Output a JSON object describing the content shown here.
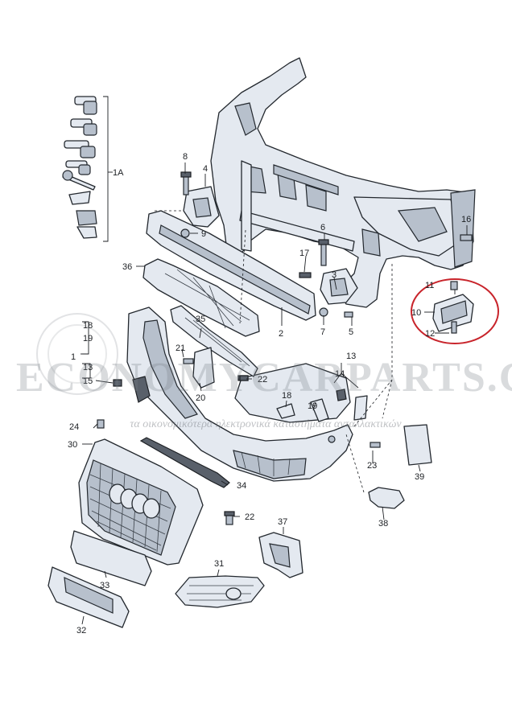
{
  "watermark": {
    "brand": "ECONOMYCARPARTS.GR",
    "tagline": "τα οικονομικότερα ηλεκτρονικά καταστήματα ανταλλακτικών"
  },
  "callouts": {
    "c1A": "1A",
    "c1": "1",
    "c3": "3",
    "c4": "4",
    "c5": "5",
    "c6": "6",
    "c7": "7",
    "c8": "8",
    "c9": "9",
    "c10": "10",
    "c11": "11",
    "c12": "12",
    "c13a": "13",
    "c13b": "13",
    "c14": "14",
    "c15": "15",
    "c16": "16",
    "c17": "17",
    "c18a": "18",
    "c18b": "18",
    "c19a": "19",
    "c19b": "19",
    "c20": "20",
    "c21": "21",
    "c22a": "22",
    "c22b": "22",
    "c23": "23",
    "c24": "24",
    "c30": "30",
    "c31": "31",
    "c32": "32",
    "c33": "33",
    "c34": "34",
    "c35": "35",
    "c36": "36",
    "c37": "37",
    "c38": "38",
    "c39": "39",
    "c2": "2"
  },
  "colors": {
    "highlight": "#c8242b",
    "line": "#1c1f23",
    "part_fill": "#e4e9f0"
  }
}
